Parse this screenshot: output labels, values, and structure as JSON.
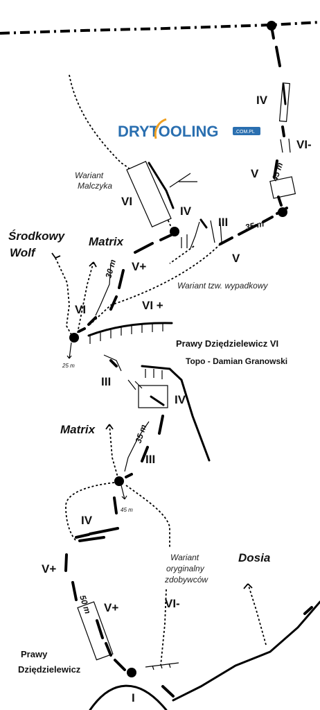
{
  "logo": {
    "text_a": "DRY",
    "text_b": "TOOLING",
    "suffix": ".COM.PL",
    "color": "#2a6fb0",
    "accent": "#f0a020"
  },
  "title": "Prawy Dziędzielewicz VI",
  "credit": "Topo - Damian Granowski",
  "route_names": {
    "srodkowy_wolf_line1": "Środkowy",
    "srodkowy_wolf_line2": "Wolf",
    "matrix_upper": "Matrix",
    "matrix_lower": "Matrix",
    "dosia": "Dosia",
    "start_line1": "Prawy",
    "start_line2": "Dziędzielewicz"
  },
  "variants": {
    "malczyka_line1": "Wariant",
    "malczyka_line2": "Malczyka",
    "wypadkowy": "Wariant tzw. wypadkowy",
    "oryginalny_line1": "Wariant",
    "oryginalny_line2": "oryginalny",
    "oryginalny_line3": "zdobywców"
  },
  "grades": {
    "g_top_iv": "IV",
    "g_top_vi_minus": "VI-",
    "g_top_v": "V",
    "g_malczyka_vi": "VI",
    "g_mid_iv": "IV",
    "g_mid_iii": "III",
    "g_mid_v": "V",
    "g_matrix_v_plus": "V+",
    "g_left_vi": "VI",
    "g_vi_plus": "VI +",
    "g_lower_iii": "III",
    "g_lower_iv": "IV",
    "g_matrix_iii": "III",
    "g_low_iv": "IV",
    "g_low_v_plus": "V+",
    "g_box_v_plus": "V+",
    "g_vi_minus": "VI-",
    "g_start_i": "I"
  },
  "lengths": {
    "l_45_top": "45 m",
    "l_35_top": "35 m",
    "l_30": "30 m",
    "l_25": "25 m",
    "l_35_mid": "35 m",
    "l_45_low": "45 m",
    "l_50": "50 m"
  }
}
